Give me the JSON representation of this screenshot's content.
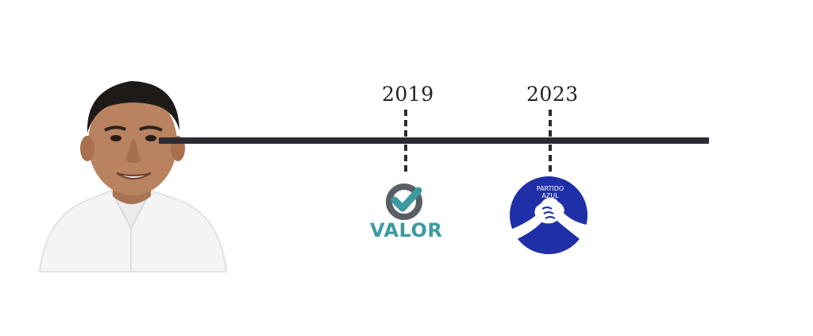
{
  "timeline": {
    "events": [
      {
        "year": "2019",
        "party_logo_text": "VALOR",
        "logo_icon": "check-circle-icon",
        "logo_color": "#3d9aa0"
      },
      {
        "year": "2023",
        "party_logo_text_line1": "PARTIDO",
        "party_logo_text_line2": "AZUL",
        "logo_icon": "handshake-icon",
        "logo_color": "#1f2fa8"
      }
    ]
  },
  "portrait": {
    "icon": "person-portrait"
  },
  "colors": {
    "line": "#2b2b33",
    "valor": "#3d9aa0",
    "azul": "#1f2fa8"
  }
}
